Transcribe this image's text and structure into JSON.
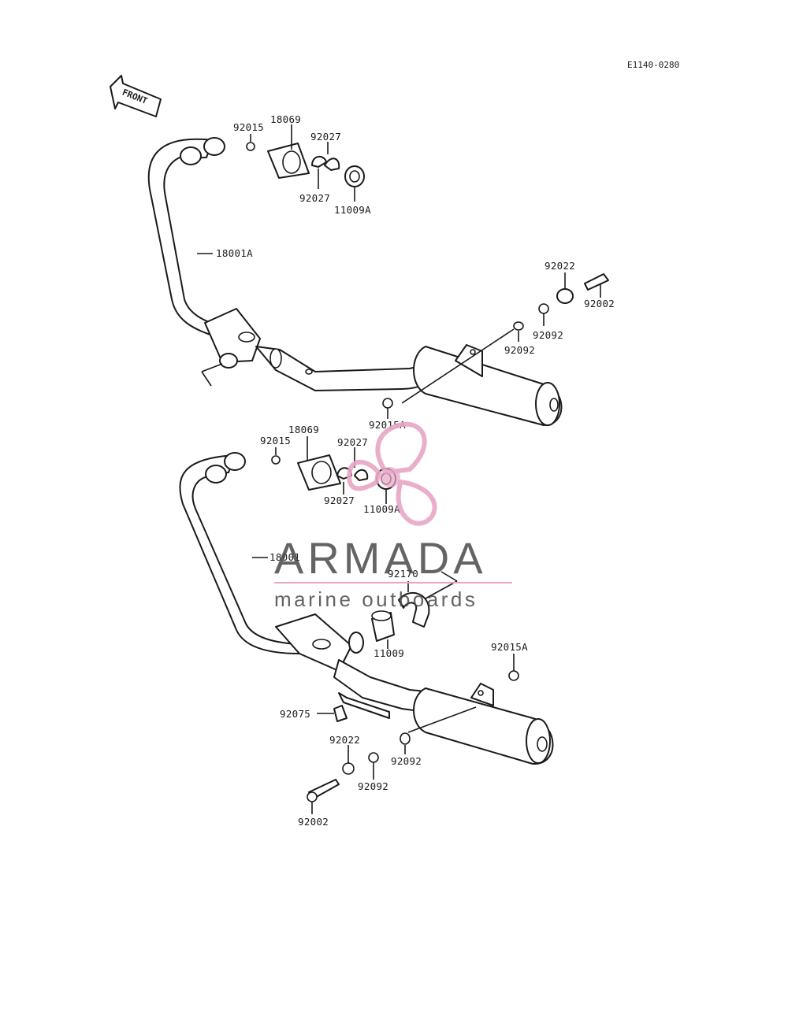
{
  "diagram": {
    "code": "E1140-0280",
    "front_label": "FRONT",
    "upper_labels": [
      {
        "id": "u-92015",
        "text": "92015"
      },
      {
        "id": "u-18069",
        "text": "18069"
      },
      {
        "id": "u-92027a",
        "text": "92027"
      },
      {
        "id": "u-92027b",
        "text": "92027"
      },
      {
        "id": "u-11009a",
        "text": "11009A"
      },
      {
        "id": "u-18001a",
        "text": "18001A"
      },
      {
        "id": "u-92022",
        "text": "92022"
      },
      {
        "id": "u-92002",
        "text": "92002"
      },
      {
        "id": "u-92092a",
        "text": "92092"
      },
      {
        "id": "u-92092b",
        "text": "92092"
      },
      {
        "id": "u-92015a",
        "text": "92015A"
      }
    ],
    "lower_labels": [
      {
        "id": "l-92015",
        "text": "92015"
      },
      {
        "id": "l-18069",
        "text": "18069"
      },
      {
        "id": "l-92027a",
        "text": "92027"
      },
      {
        "id": "l-92027b",
        "text": "92027"
      },
      {
        "id": "l-11009a",
        "text": "11009A"
      },
      {
        "id": "l-18001",
        "text": "18001"
      },
      {
        "id": "l-92170",
        "text": "92170"
      },
      {
        "id": "l-11009",
        "text": "11009"
      },
      {
        "id": "l-92015a",
        "text": "92015A"
      },
      {
        "id": "l-92075",
        "text": "92075"
      },
      {
        "id": "l-92022",
        "text": "92022"
      },
      {
        "id": "l-92092a",
        "text": "92092"
      },
      {
        "id": "l-92092b",
        "text": "92092"
      },
      {
        "id": "l-92002",
        "text": "92002"
      }
    ]
  },
  "watermark": {
    "brand": "ARMADA",
    "tagline": "marine outboards",
    "accent_color": "#e8a6c6",
    "text_color": "#4a4a4a"
  }
}
